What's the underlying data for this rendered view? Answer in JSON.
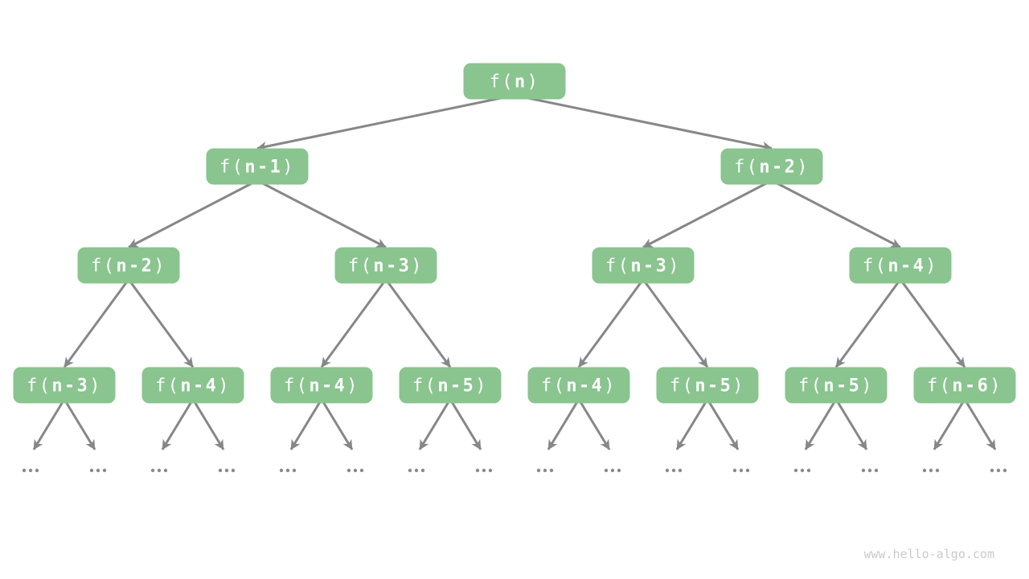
{
  "watermark": "www.hello-algo.com",
  "colors": {
    "background": "#ffffff",
    "node_fill": "#8ac48f",
    "node_text": "#ffffff",
    "arrow": "#878787",
    "ellipsis": "#8a8a8a",
    "watermark_text": "#c9c9c9"
  },
  "tree": {
    "levels": [
      [
        "f(n)"
      ],
      [
        "f(n-1)",
        "f(n-2)"
      ],
      [
        "f(n-2)",
        "f(n-3)",
        "f(n-3)",
        "f(n-4)"
      ],
      [
        "f(n-3)",
        "f(n-4)",
        "f(n-4)",
        "f(n-5)",
        "f(n-4)",
        "f(n-5)",
        "f(n-5)",
        "f(n-6)"
      ]
    ],
    "leaf_ellipsis": "..."
  }
}
